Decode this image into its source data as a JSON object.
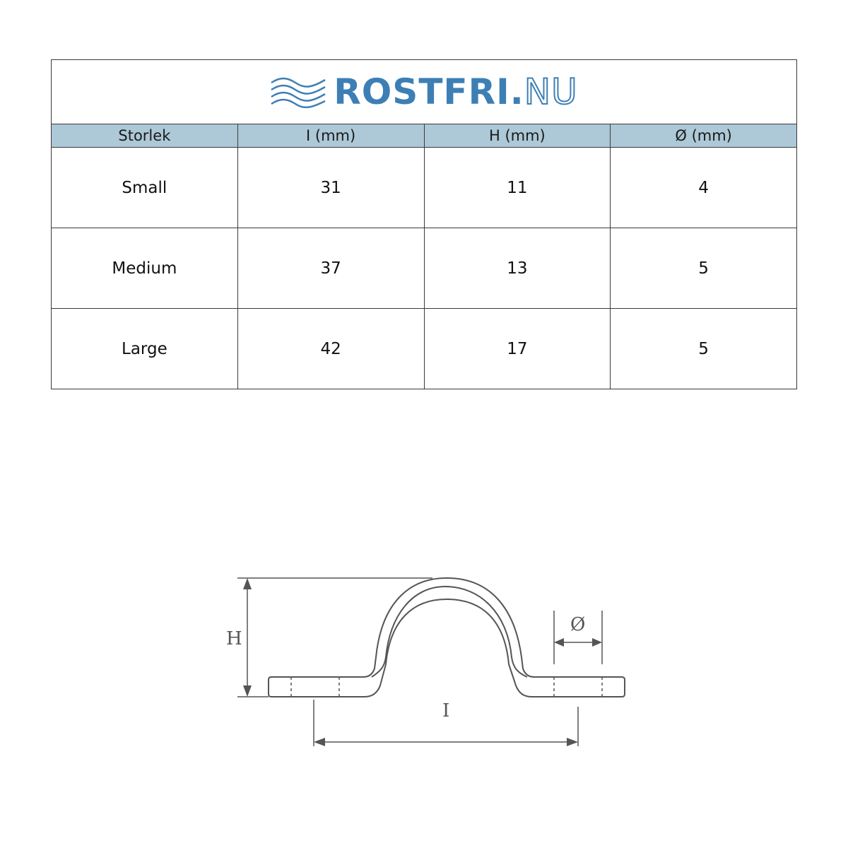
{
  "logo": {
    "main": "ROSTFRI",
    "dot": ".",
    "tld": "NU",
    "icon": "waves-icon",
    "color": "#3d7fb5"
  },
  "table": {
    "header_color": "#adc8d7",
    "columns": [
      "Storlek",
      "I (mm)",
      "H (mm)",
      "Ø (mm)"
    ],
    "rows": [
      [
        "Small",
        "31",
        "11",
        "4"
      ],
      [
        "Medium",
        "37",
        "13",
        "5"
      ],
      [
        "Large",
        "42",
        "17",
        "5"
      ]
    ]
  },
  "diagram": {
    "height_label": "H",
    "length_label": "I",
    "diameter_label": "Ø"
  }
}
